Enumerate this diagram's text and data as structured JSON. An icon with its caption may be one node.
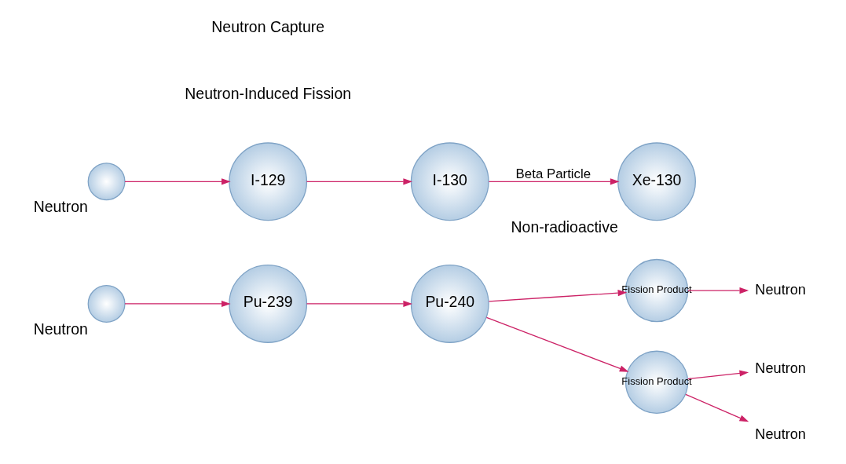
{
  "diagram": {
    "nodes": [
      {
        "text": [],
        "shape": "circle",
        "beside": [
          "Neutron"
        ]
      },
      {
        "text": [
          "Pu-239"
        ]
      },
      {
        "text": [
          "Pu-240"
        ]
      },
      {
        "text": [
          "Fission Product"
        ]
      },
      {
        "text": [
          "Neutron"
        ]
      },
      {
        "text": [
          "Fission Product"
        ]
      },
      {
        "text": [
          "Neutron"
        ]
      },
      {
        "text": [
          "Neutron"
        ]
      },
      {
        "text": [],
        "shape": "circle",
        "beside": [
          "Neutron"
        ]
      },
      {
        "text": [
          "I-129"
        ]
      },
      {
        "text": [
          "I-130"
        ]
      },
      {
        "text": [
          "Xe-130"
        ],
        "beside": [
          "Non-radioactive"
        ]
      }
    ],
    "edges": [
      {
        "from": 0,
        "to": 1,
        "arrow": "to"
      },
      {
        "from": 1,
        "to": 2,
        "arrow": "to"
      },
      {
        "from": 2,
        "to": 3,
        "arrow": "to"
      },
      {
        "from": 2,
        "to": 5,
        "arrow": "to"
      },
      {
        "from": 3,
        "to": 4,
        "arrow": "to"
      },
      {
        "from": 5,
        "to": 6,
        "arrow": "to"
      },
      {
        "from": 5,
        "to": 7,
        "arrow": "to"
      },
      {
        "from": 8,
        "to": 9,
        "arrow": "to"
      },
      {
        "from": 9,
        "to": 10,
        "arrow": "to"
      },
      {
        "from": 10,
        "to": 11,
        "arrow": "to",
        "label": "Beta Particle"
      }
    ],
    "labels": [
      "Neutron-Induced Fission",
      "Neutron Capture"
    ]
  }
}
